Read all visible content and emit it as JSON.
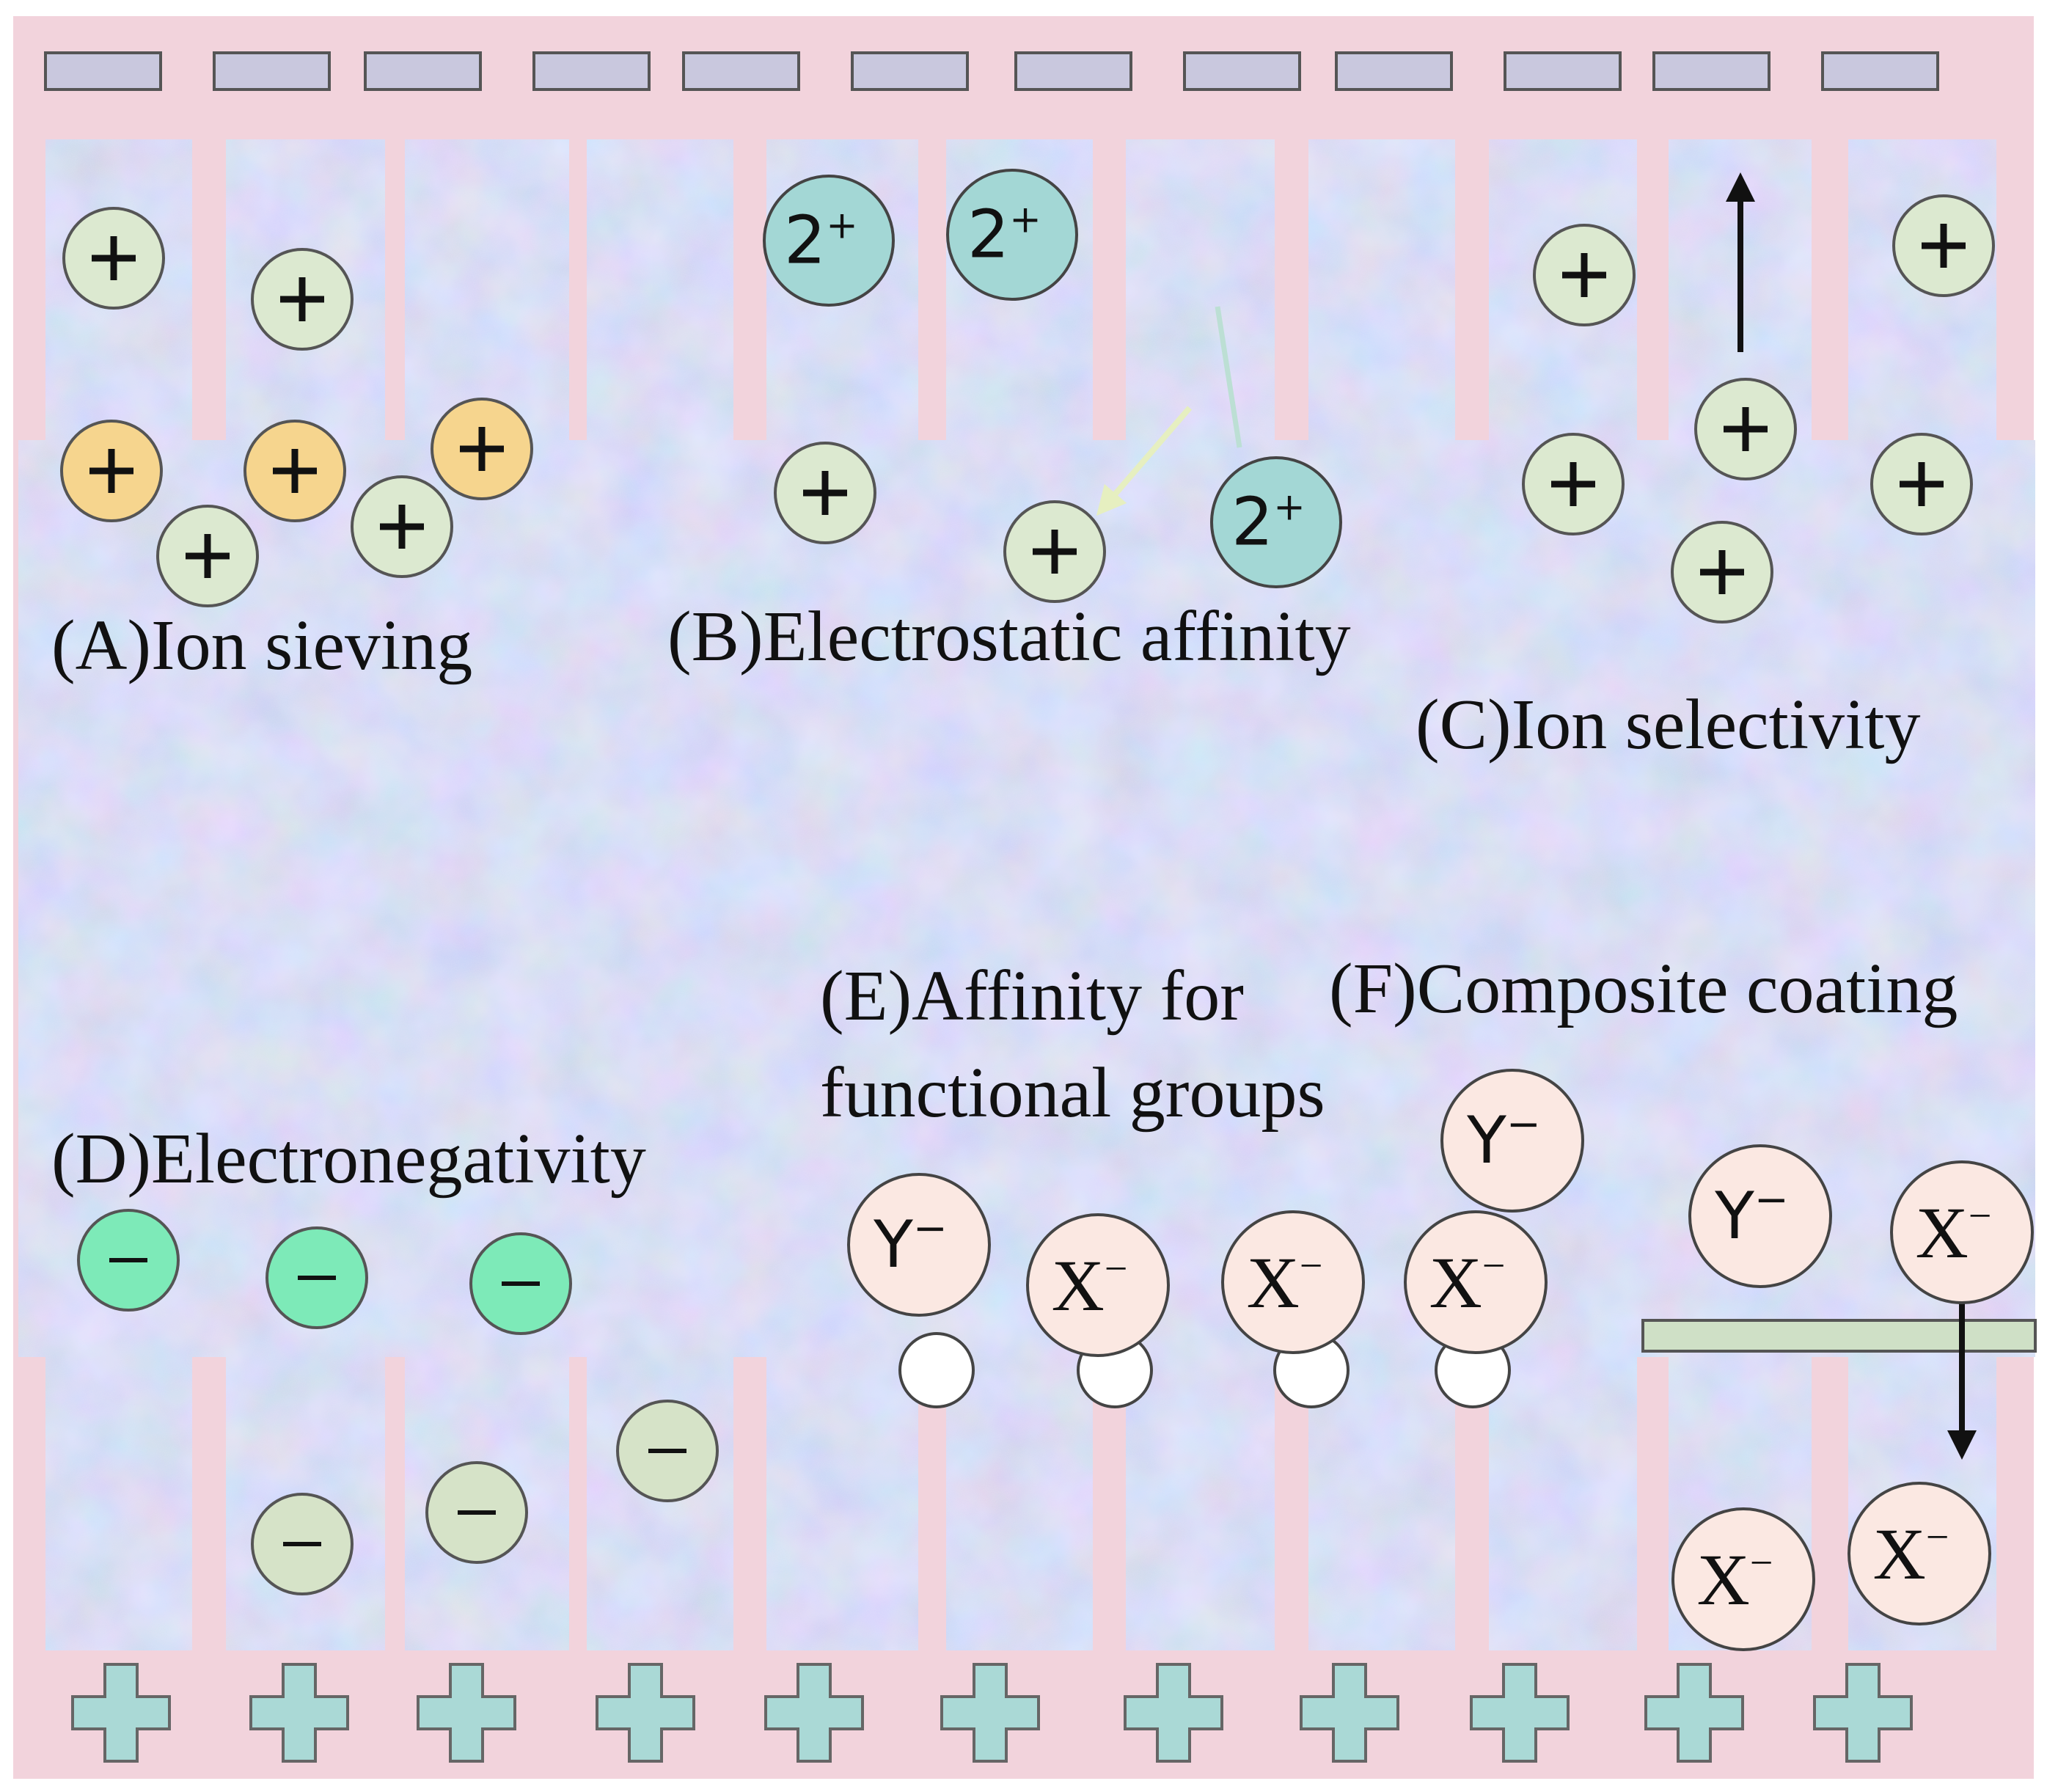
{
  "labels": {
    "a": "(A)Ion sieving",
    "b": "(B)Electrostatic affinity",
    "c": "(C)Ion selectivity",
    "d": "(D)Electronegativity",
    "e_line1": "(E)Affinity for",
    "e_line2": "functional groups",
    "f": "(F)Composite coating"
  },
  "ion_text": {
    "cation": "+",
    "anion": "−",
    "divalent": "2",
    "divalent_sup": "+",
    "x": "X",
    "y": "Y",
    "sup_minus": "−"
  },
  "colors": {
    "membrane_wall": "#f2d3dc",
    "channel_fill": "#b4c9ec",
    "top_charge_fill": "#c9c8de",
    "bottom_charge_fill": "#aad9d6",
    "cation_fill": "#dce9d0",
    "cation_highlight_fill": "#f6d58e",
    "divalent_fill": "#a3d7d5",
    "anion_fill": "#7deab8",
    "anion_channel_fill": "#d6e3c8",
    "xy_ion_fill": "#fbe8e2",
    "coating_fill": "#cfe0c6"
  },
  "icons": {
    "top_membrane_charge": "minus-bar-icon",
    "bottom_membrane_charge": "plus-cross-icon"
  }
}
